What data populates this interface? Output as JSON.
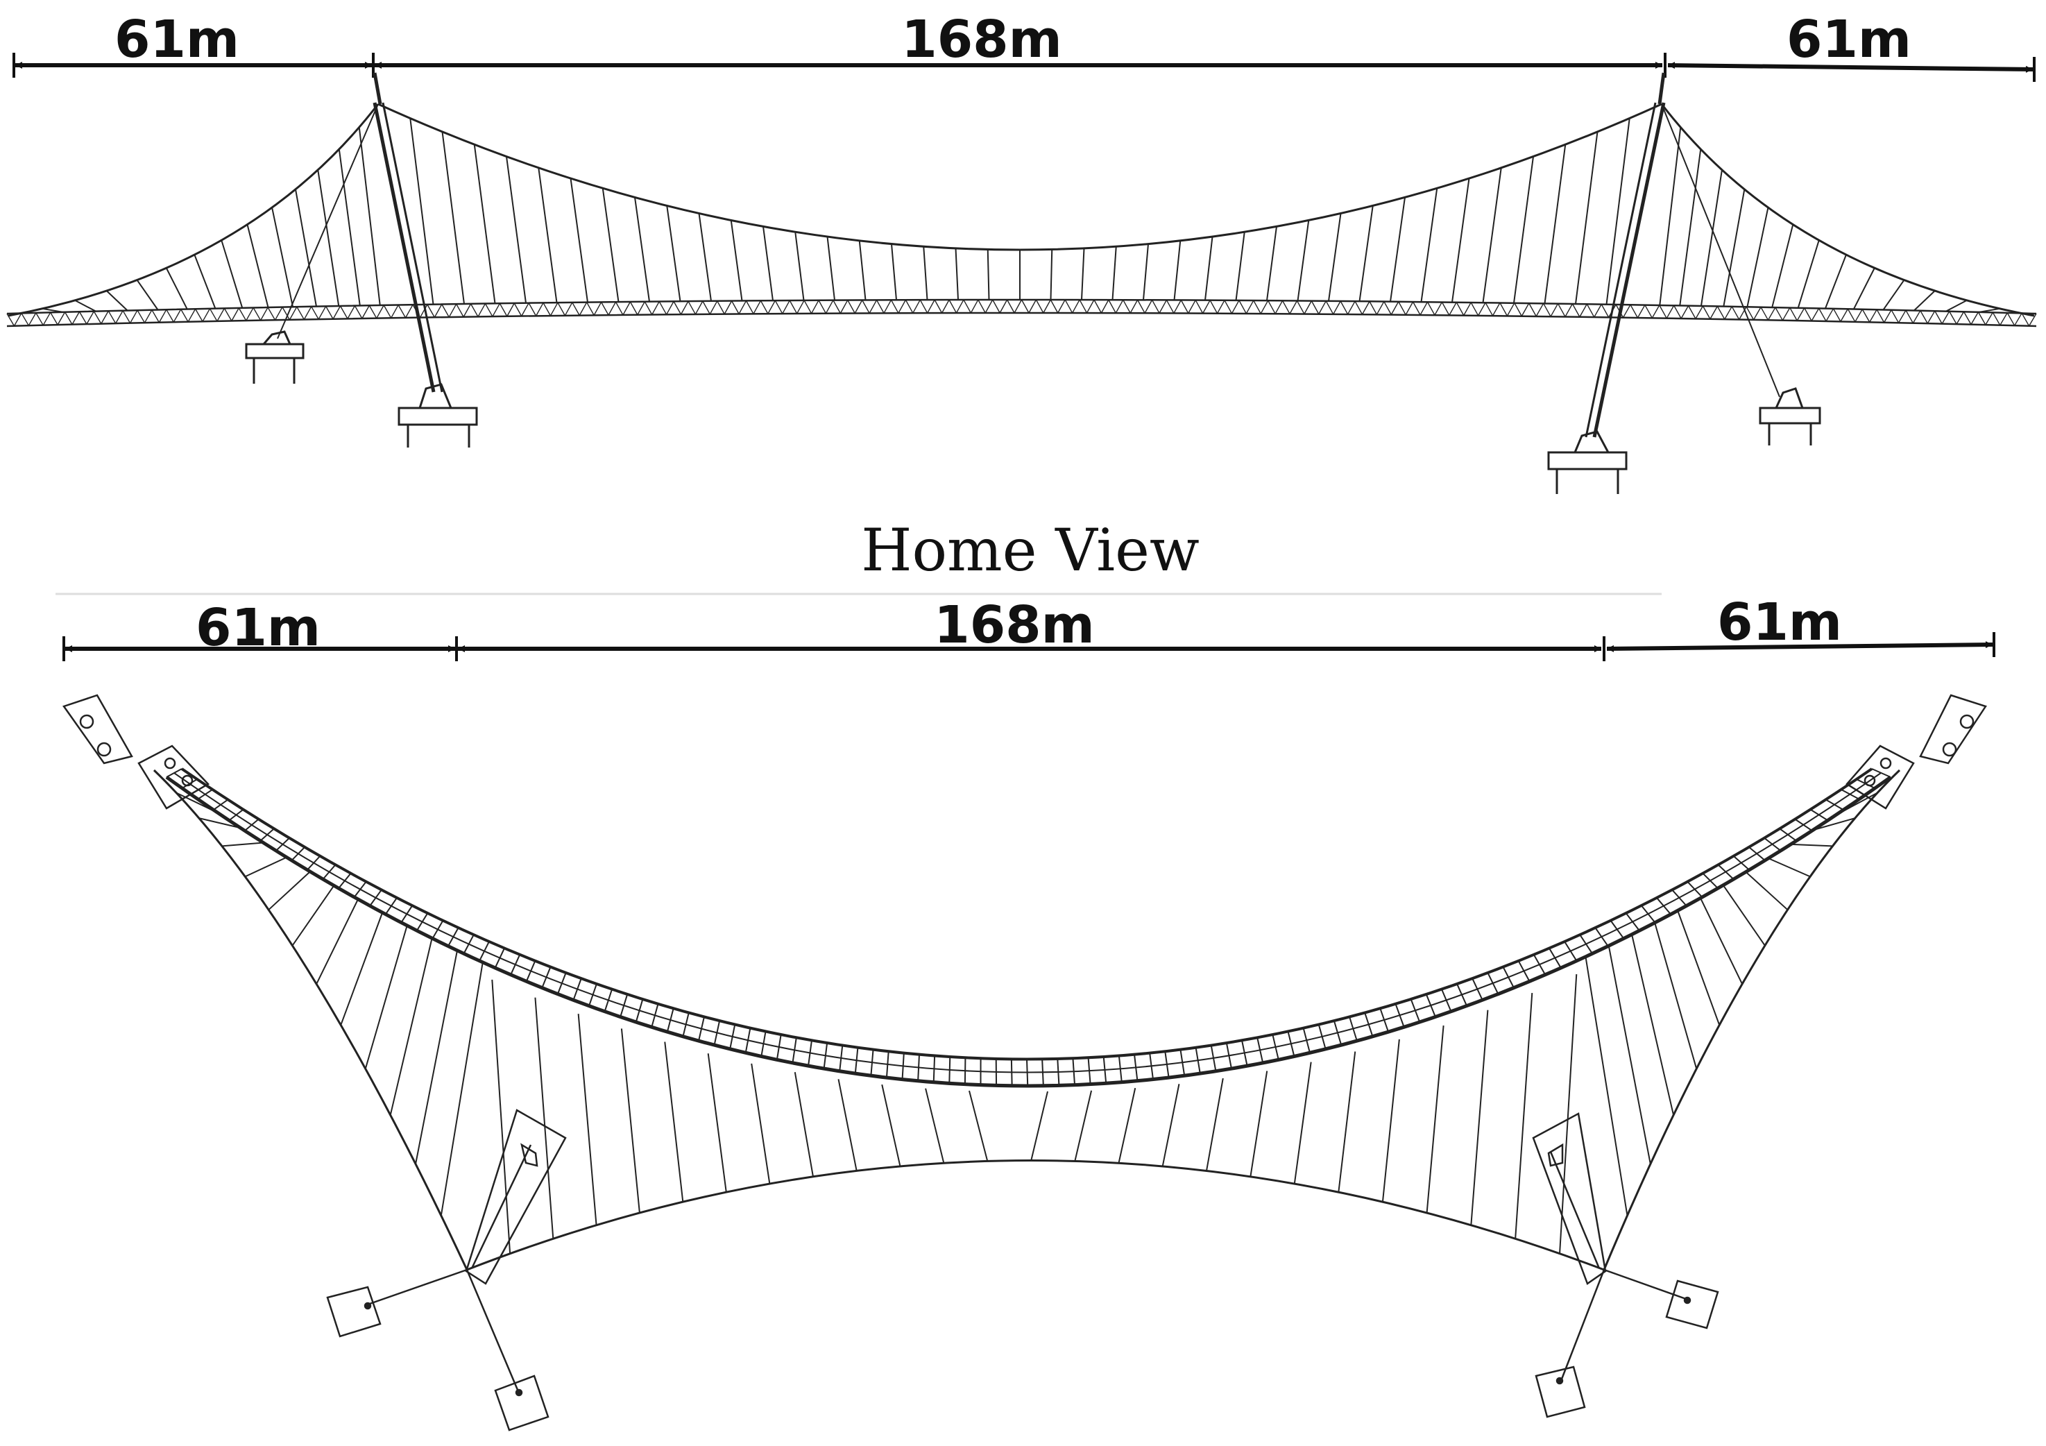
{
  "elevation": {
    "spans": [
      {
        "label": "61m"
      },
      {
        "label": "168m"
      },
      {
        "label": "61m"
      }
    ]
  },
  "view_title": "Home View",
  "plan": {
    "spans": [
      {
        "label": "61m"
      },
      {
        "label": "168m"
      },
      {
        "label": "61m"
      }
    ]
  },
  "colors": {
    "line": "#222222",
    "background": "#ffffff"
  }
}
